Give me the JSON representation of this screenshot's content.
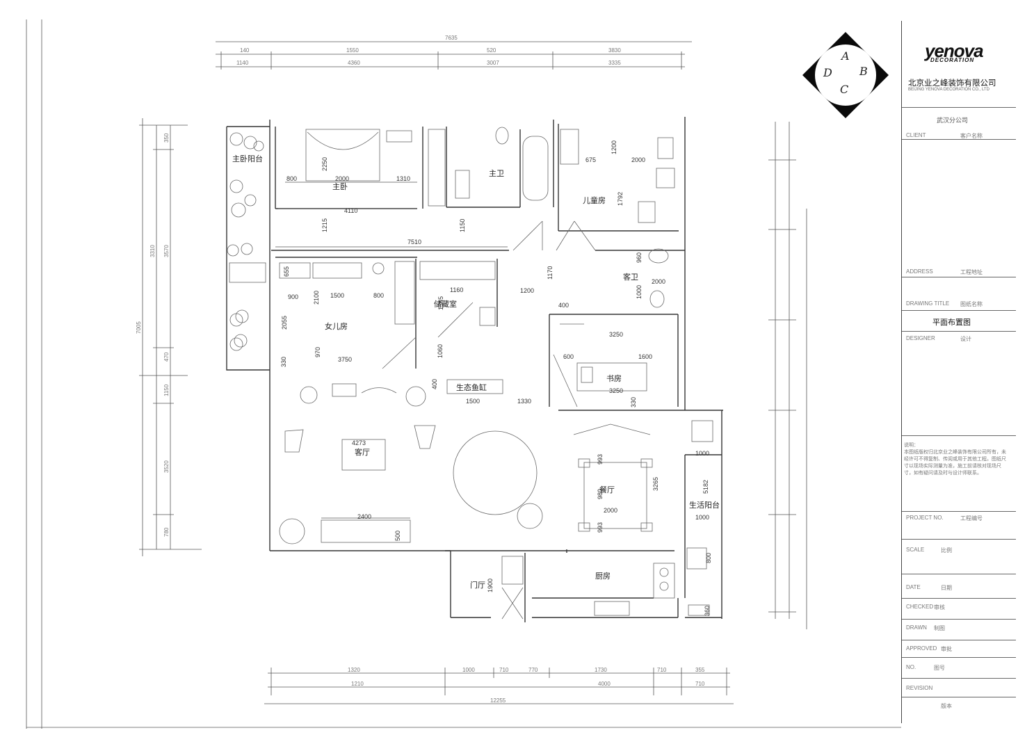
{
  "rooms": {
    "master_balcony": "主卧阳台",
    "master_bedroom": "主卧",
    "master_bath": "主卫",
    "kids_room": "儿童房",
    "guest_bath": "客卫",
    "storage": "储藏室",
    "daughter_room": "女儿房",
    "study": "书房",
    "fish_tank": "生态鱼缸",
    "living_room": "客厅",
    "dining_room": "餐厅",
    "service_balcony": "生活阳台",
    "entrance": "门厅",
    "kitchen": "厨房"
  },
  "dims": {
    "d1": "2250",
    "d2": "2000",
    "d3": "1310",
    "d4": "800",
    "d5": "4110",
    "d6": "1215",
    "d7": "7510",
    "d8": "1150",
    "d9": "675",
    "d10": "2000",
    "d11": "1200",
    "d12": "1792",
    "d13": "655",
    "d14": "2100",
    "d15": "1500",
    "d16": "900",
    "d17": "800",
    "d18": "1160",
    "d19": "1345",
    "d20": "1200",
    "d21": "1170",
    "d22": "400",
    "d23": "960",
    "d24": "2000",
    "d25": "1000",
    "d26": "2055",
    "d27": "970",
    "d28": "3750",
    "d29": "330",
    "d30": "1060",
    "d31": "3250",
    "d32": "600",
    "d33": "1600",
    "d34": "3250",
    "d35": "330",
    "d36": "400",
    "d37": "1500",
    "d38": "1330",
    "d39": "4273",
    "d40": "993",
    "d41": "980",
    "d42": "3265",
    "d43": "2000",
    "d44": "993",
    "d45": "5182",
    "d46": "1000",
    "d47": "1000",
    "d48": "2400",
    "d49": "500",
    "d50": "800",
    "d51": "1900",
    "d52": "360"
  },
  "top_dims": {
    "row1": [
      "140",
      "1550",
      "520",
      "3830"
    ],
    "row2": [
      "1140",
      "4360",
      "3007",
      "3335"
    ],
    "total": "7635"
  },
  "bottom_dims": {
    "row1": [
      "1320",
      "1000",
      "710",
      "770",
      "1730",
      "710",
      "355"
    ],
    "row2": [
      "1210",
      "4000",
      "710"
    ],
    "total": "12255"
  },
  "left_dims": {
    "outer": "7005",
    "inner": [
      "3310",
      "3570",
      "3520"
    ],
    "small": [
      "350",
      "470",
      "1150",
      "780"
    ]
  },
  "logo": {
    "letters": [
      "A",
      "B",
      "C",
      "D"
    ]
  },
  "title_block": {
    "brand": "yenova",
    "brand_sub": "DECORATION",
    "company": "北京业之峰装饰有限公司",
    "company_en": "BEIJING YENOVA DECORATION CO., LTD",
    "branch": "武汉分公司",
    "drawing_title": "平面布置图",
    "rows": [
      {
        "label": "CLIENT",
        "value": "客户名称"
      },
      {
        "label": "ADDRESS",
        "value": "工程地址"
      },
      {
        "label": "DRAWING TITLE",
        "value": "图纸名称"
      },
      {
        "label": "DESIGNER",
        "value": "设计"
      },
      {
        "label": "PROJECT NO.",
        "value": "工程编号"
      },
      {
        "label": "SCALE",
        "value": "比例"
      },
      {
        "label": "DATE",
        "value": "日期"
      },
      {
        "label": "CHECKED",
        "value": "审核"
      },
      {
        "label": "DRAWN",
        "value": "制图"
      },
      {
        "label": "APPROVED",
        "value": "审批"
      },
      {
        "label": "NO.",
        "value": "图号"
      },
      {
        "label": "REVISION",
        "value": "版本"
      }
    ],
    "notes_title": "说明：",
    "notes": "本图纸版权归北京业之峰装饰有限公司所有，未经许可不得复制、传阅或用于其他工程。图纸尺寸以现场实际测量为准，施工前请核对现场尺寸，如有疑问请及时与设计师联系。"
  }
}
